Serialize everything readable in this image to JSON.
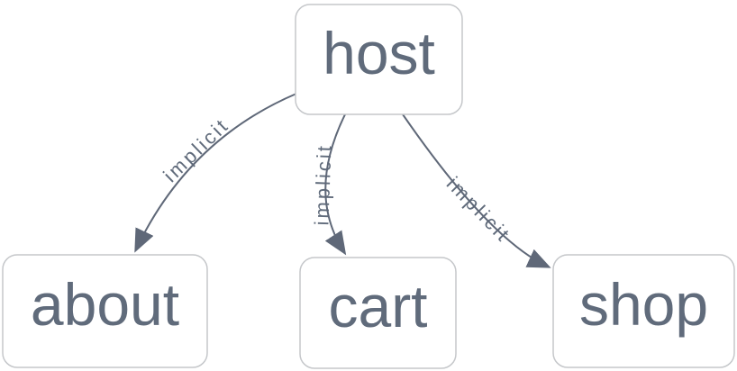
{
  "diagram": {
    "type": "graph",
    "colors": {
      "background": "#ffffff",
      "node_fill": "#ffffff",
      "node_border": "#c5c7ca",
      "text": "#606b7b",
      "edge": "#5f6878"
    },
    "nodes": [
      {
        "id": "host",
        "label": "host"
      },
      {
        "id": "about",
        "label": "about"
      },
      {
        "id": "cart",
        "label": "cart"
      },
      {
        "id": "shop",
        "label": "shop"
      }
    ],
    "edges": [
      {
        "from": "host",
        "to": "about",
        "label": "implicit"
      },
      {
        "from": "host",
        "to": "cart",
        "label": "implicit"
      },
      {
        "from": "host",
        "to": "shop",
        "label": "implicit"
      }
    ]
  }
}
